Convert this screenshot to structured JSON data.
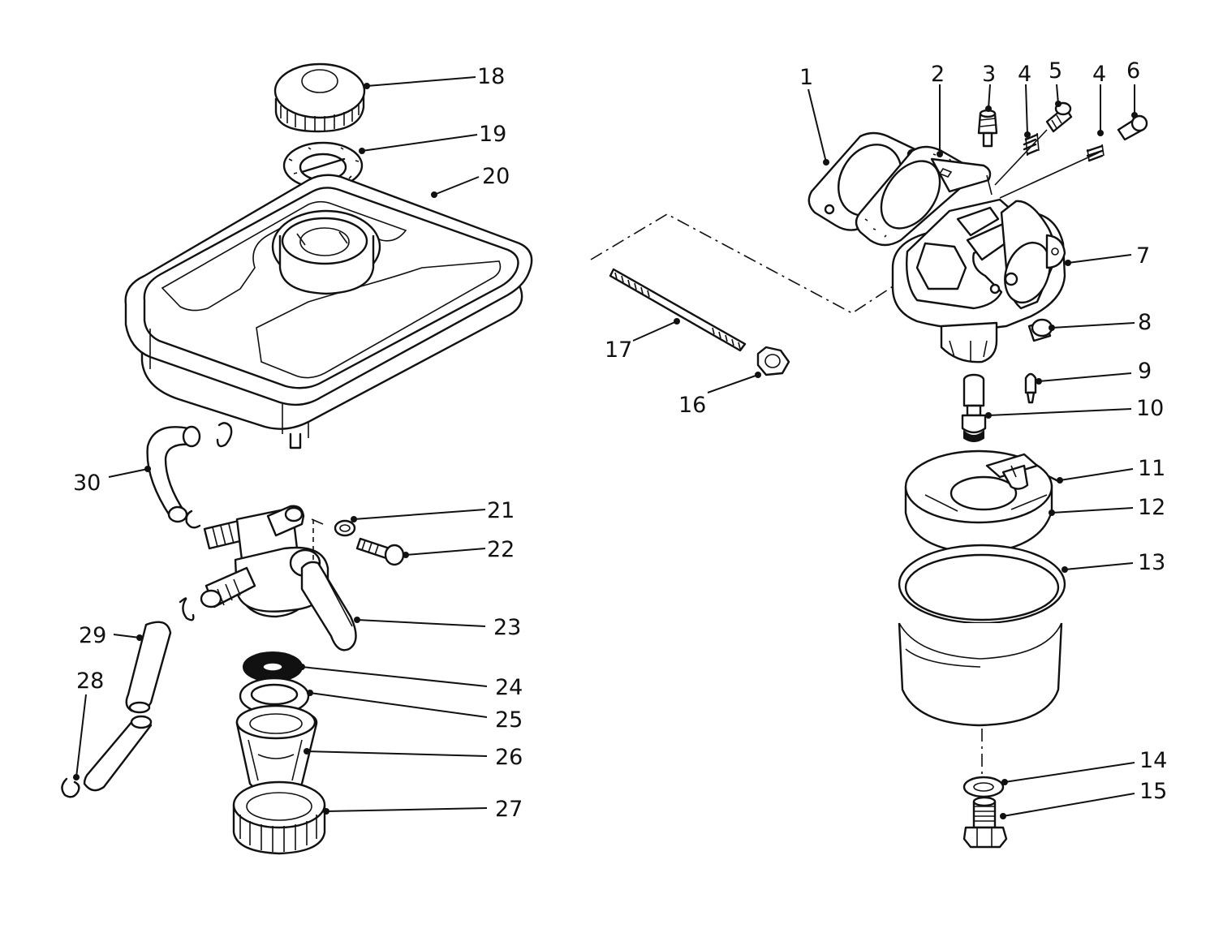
{
  "callouts": [
    {
      "id": "c1",
      "label": "1"
    },
    {
      "id": "c2",
      "label": "2"
    },
    {
      "id": "c3",
      "label": "3"
    },
    {
      "id": "c4a",
      "label": "4"
    },
    {
      "id": "c5",
      "label": "5"
    },
    {
      "id": "c4b",
      "label": "4"
    },
    {
      "id": "c6",
      "label": "6"
    },
    {
      "id": "c7",
      "label": "7"
    },
    {
      "id": "c8",
      "label": "8"
    },
    {
      "id": "c9",
      "label": "9"
    },
    {
      "id": "c10",
      "label": "10"
    },
    {
      "id": "c11",
      "label": "11"
    },
    {
      "id": "c12",
      "label": "12"
    },
    {
      "id": "c13",
      "label": "13"
    },
    {
      "id": "c14",
      "label": "14"
    },
    {
      "id": "c15",
      "label": "15"
    },
    {
      "id": "c16",
      "label": "16"
    },
    {
      "id": "c17",
      "label": "17"
    },
    {
      "id": "c18",
      "label": "18"
    },
    {
      "id": "c19",
      "label": "19"
    },
    {
      "id": "c20",
      "label": "20"
    },
    {
      "id": "c21",
      "label": "21"
    },
    {
      "id": "c22",
      "label": "22"
    },
    {
      "id": "c23",
      "label": "23"
    },
    {
      "id": "c24",
      "label": "24"
    },
    {
      "id": "c25",
      "label": "25"
    },
    {
      "id": "c26",
      "label": "26"
    },
    {
      "id": "c27",
      "label": "27"
    },
    {
      "id": "c28",
      "label": "28"
    },
    {
      "id": "c29",
      "label": "29"
    },
    {
      "id": "c30",
      "label": "30"
    }
  ]
}
